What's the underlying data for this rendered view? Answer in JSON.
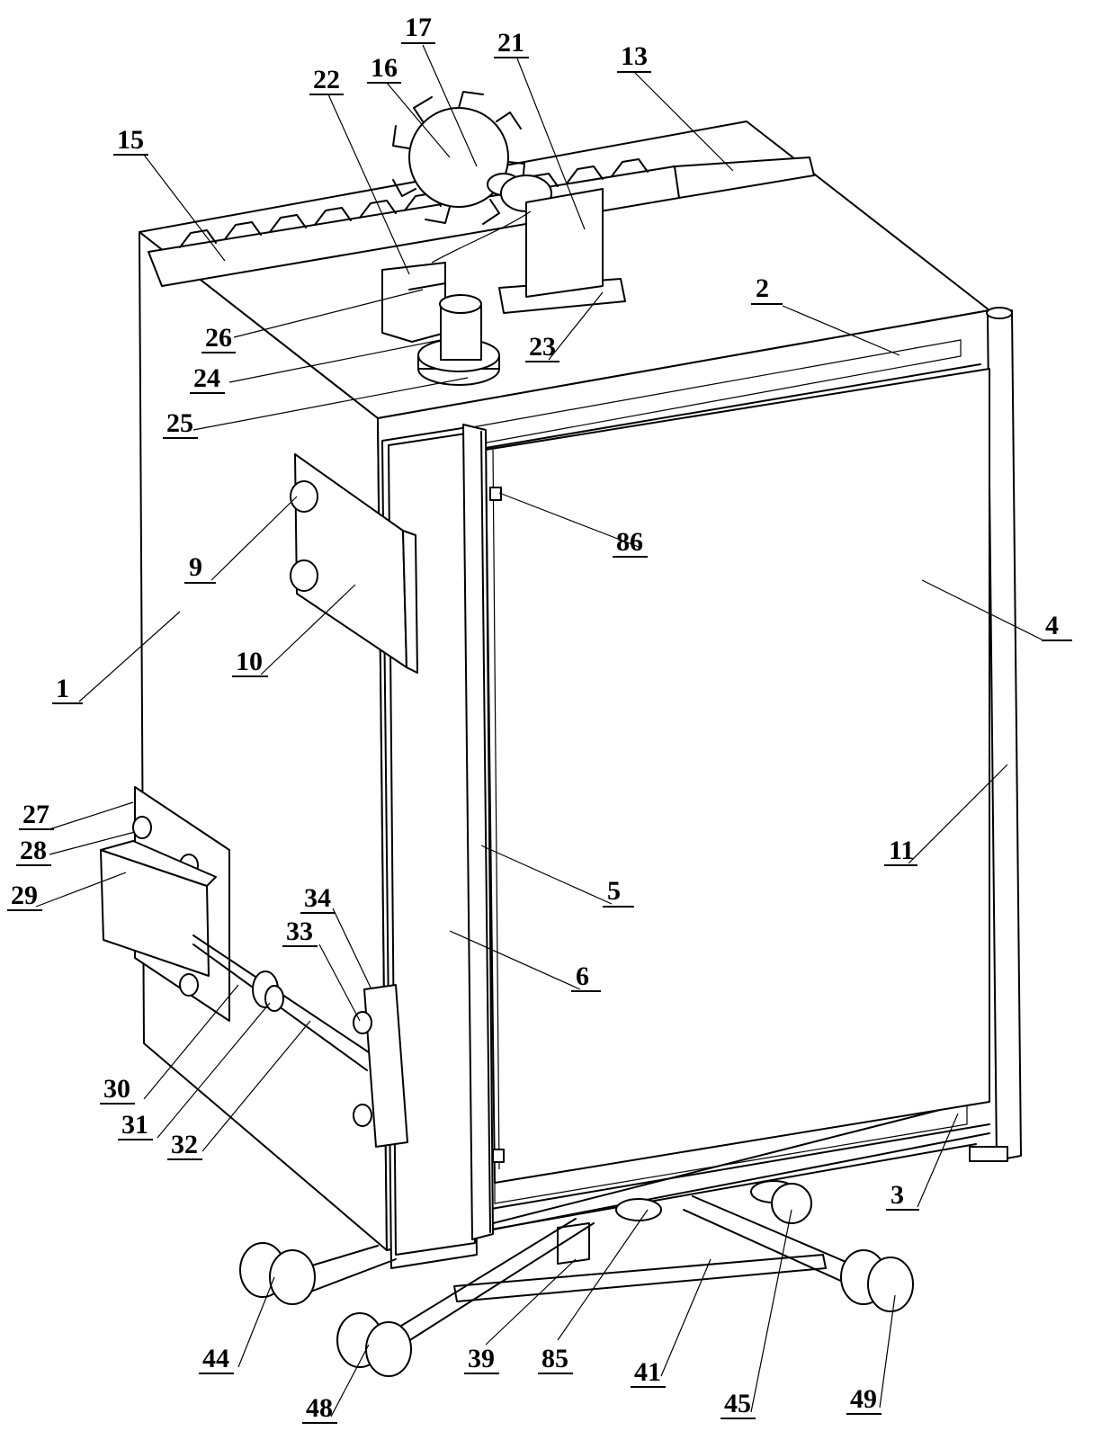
{
  "labels": {
    "l1": "1",
    "l2": "2",
    "l3": "3",
    "l4": "4",
    "l5": "5",
    "l6": "6",
    "l9": "9",
    "l10": "10",
    "l11": "11",
    "l13": "13",
    "l15": "15",
    "l16": "16",
    "l17": "17",
    "l21": "21",
    "l22": "22",
    "l23": "23",
    "l24": "24",
    "l25": "25",
    "l26": "26",
    "l27": "27",
    "l28": "28",
    "l29": "29",
    "l30": "30",
    "l31": "31",
    "l32": "32",
    "l33": "33",
    "l34": "34",
    "l39": "39",
    "l41": "41",
    "l44": "44",
    "l45": "45",
    "l48": "48",
    "l49": "49",
    "l85": "85",
    "l86": "86"
  }
}
